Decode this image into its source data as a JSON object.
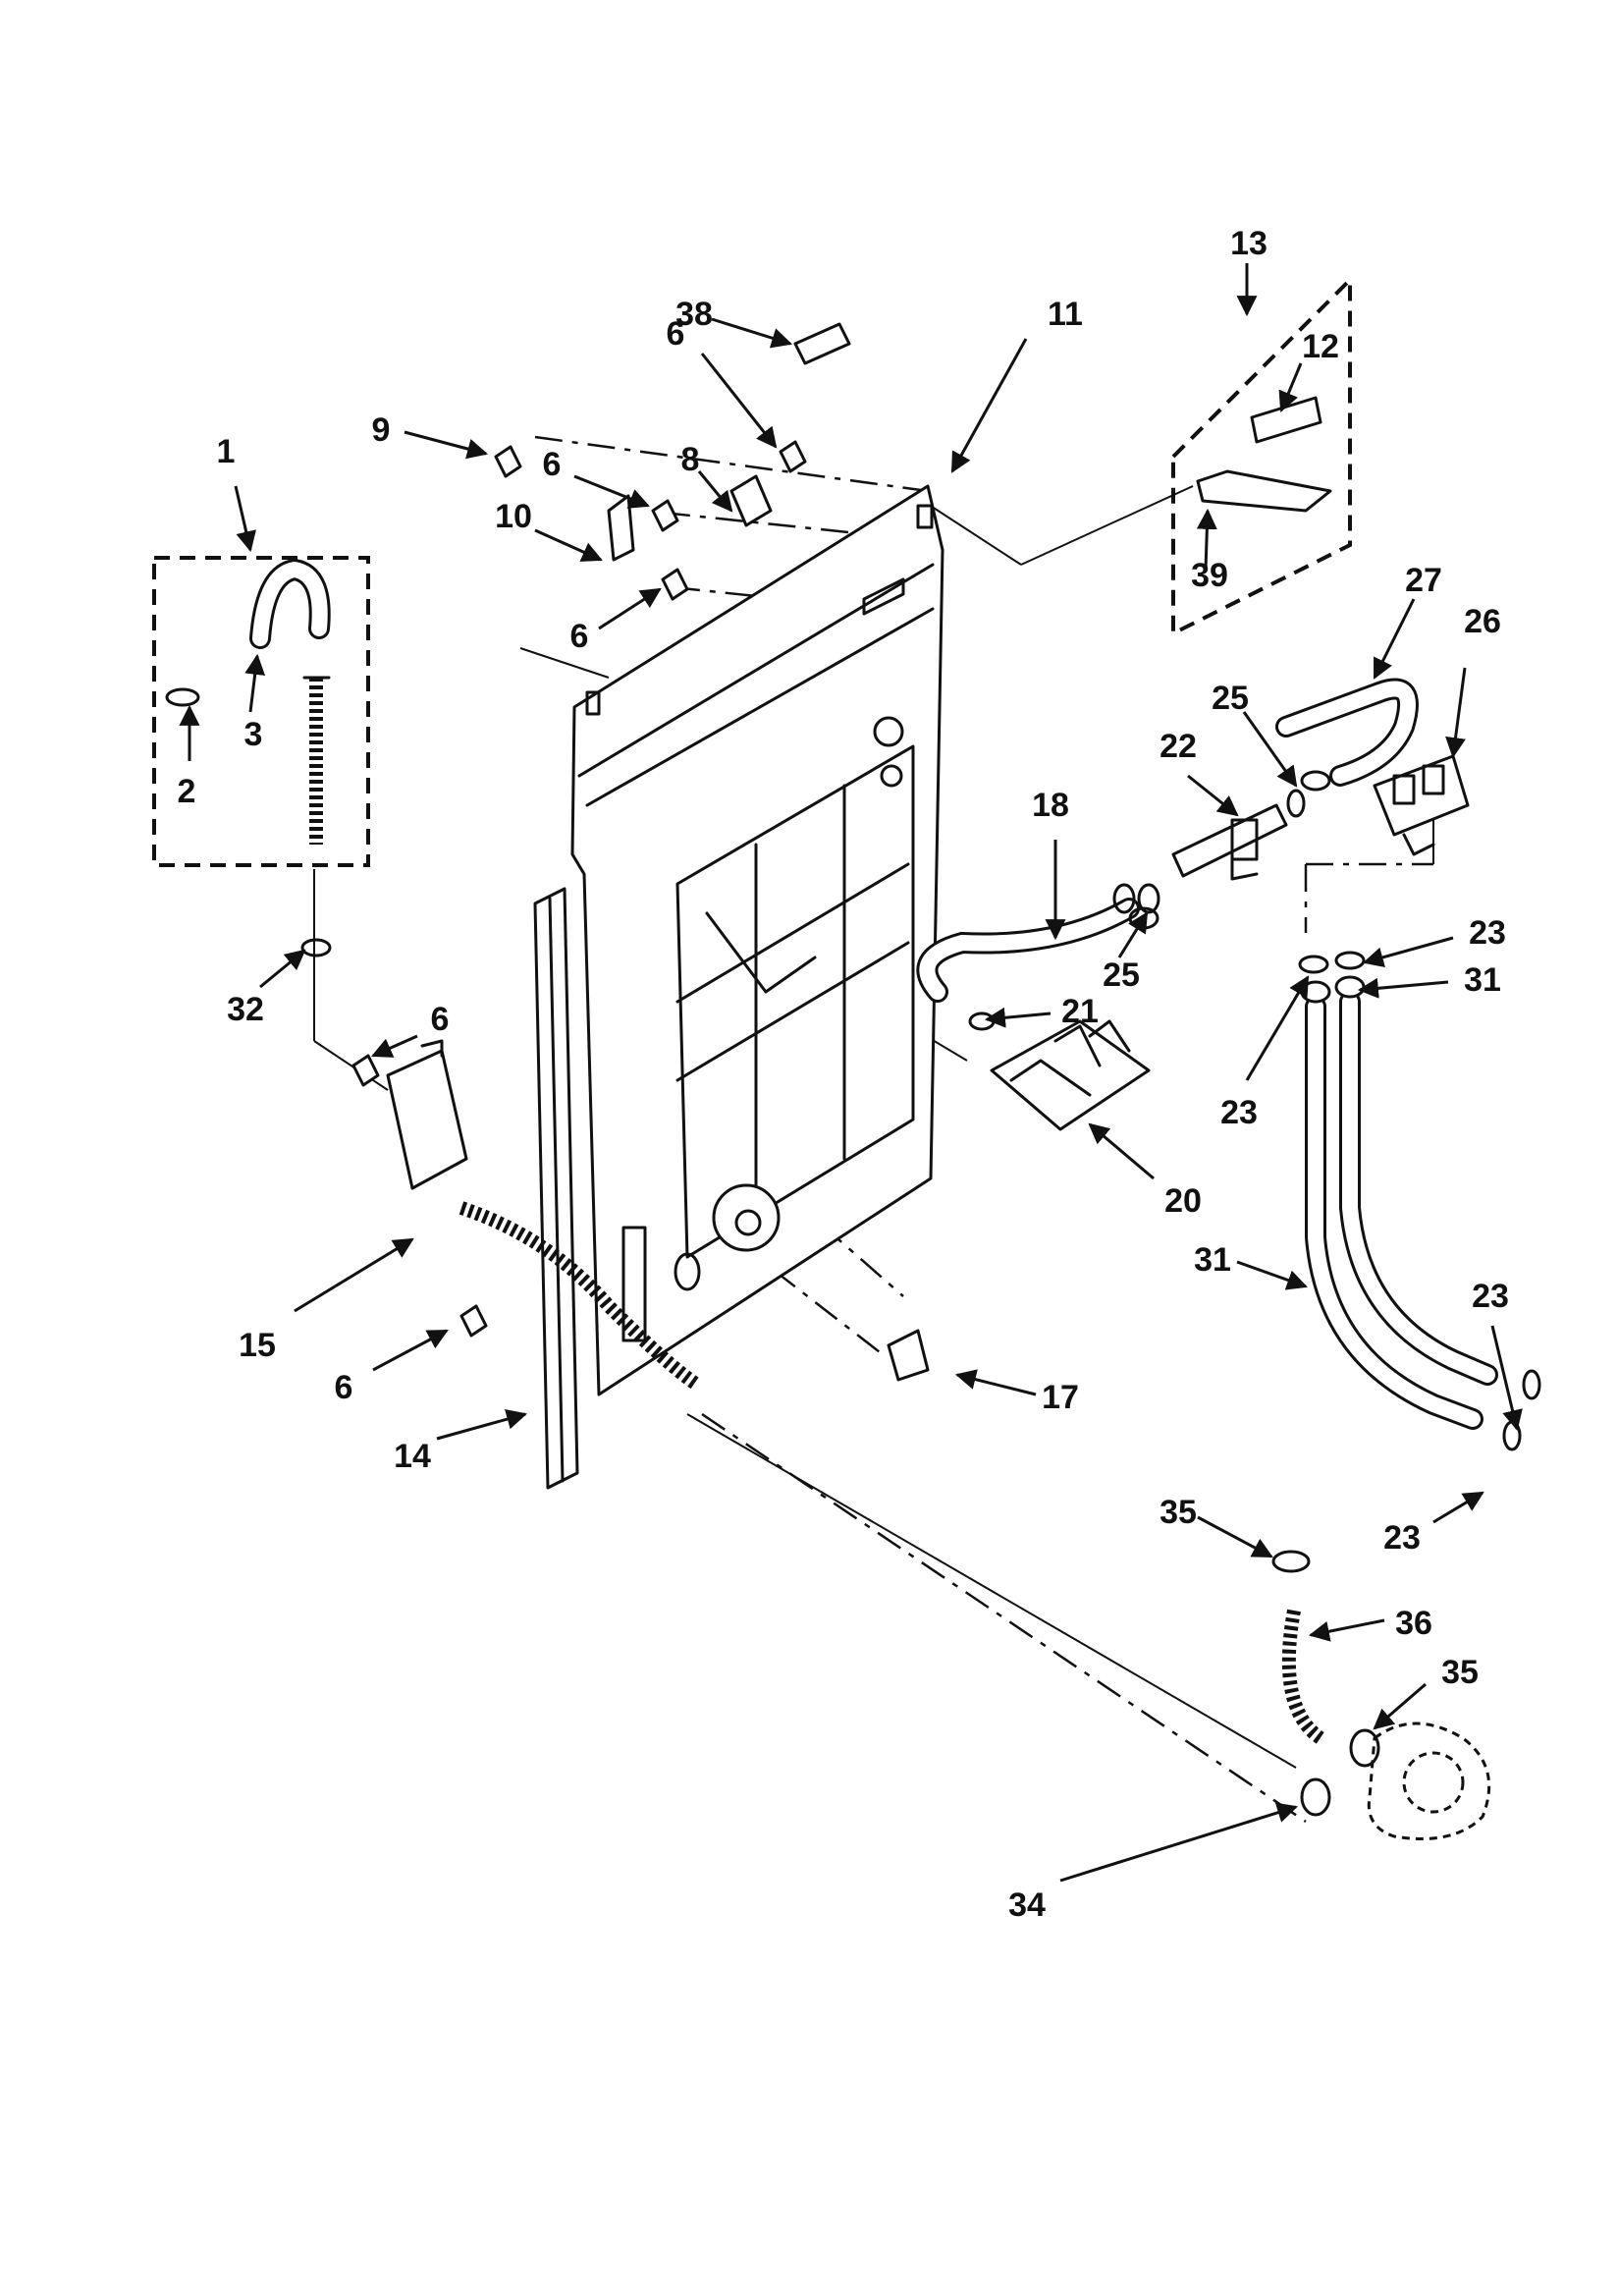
{
  "labels": [
    "1",
    "2",
    "3",
    "32",
    "6",
    "9",
    "6",
    "10",
    "6",
    "8",
    "6",
    "38",
    "11",
    "13",
    "12",
    "39",
    "27",
    "26",
    "25",
    "22",
    "18",
    "25",
    "21",
    "20",
    "23",
    "31",
    "23",
    "31",
    "23",
    "23",
    "15",
    "6",
    "14",
    "17",
    "35",
    "36",
    "35",
    "34"
  ]
}
